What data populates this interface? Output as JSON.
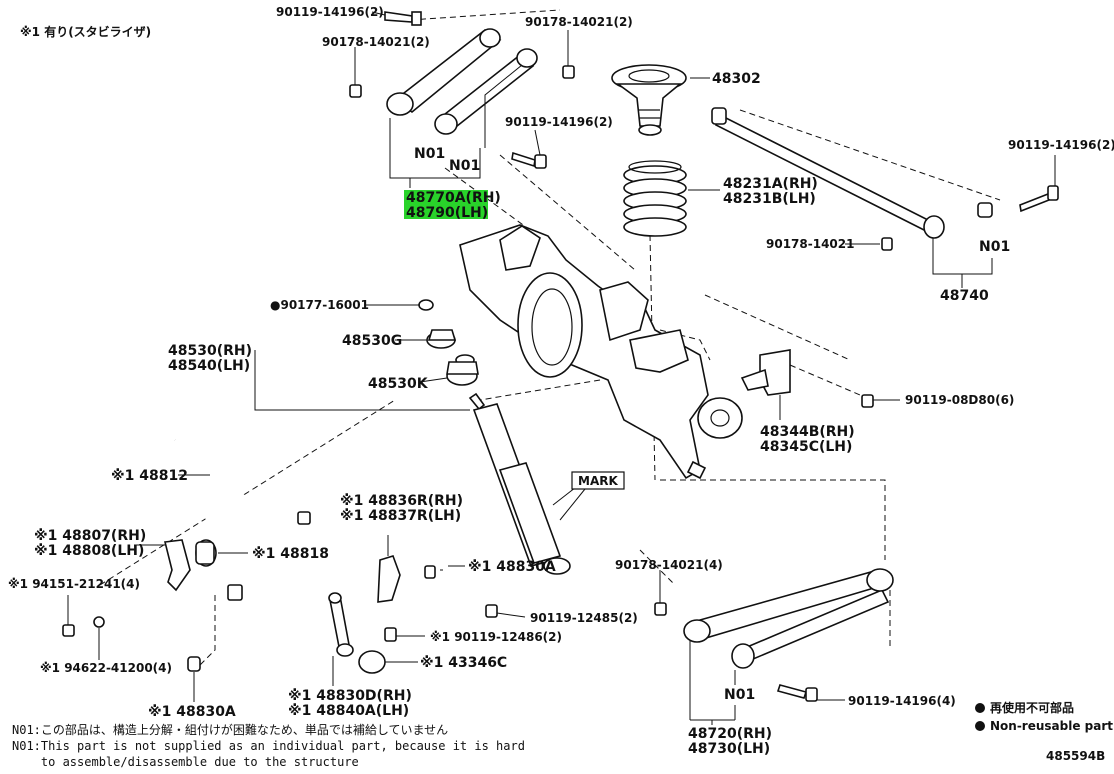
{
  "header_note": "※1 有り(スタビライザ)",
  "callouts": [
    {
      "id": "c1",
      "text": "90119-14196(2)"
    },
    {
      "id": "c2",
      "text": "90178-14021(2)"
    },
    {
      "id": "c3",
      "text": "90178-14021(2)"
    },
    {
      "id": "c4",
      "text": "90119-14196(2)"
    },
    {
      "id": "c5",
      "text": "N01"
    },
    {
      "id": "c6",
      "text": "N01"
    },
    {
      "id": "c7",
      "text": "48770A(RH)"
    },
    {
      "id": "c8",
      "text": "48790(LH)"
    },
    {
      "id": "c9",
      "text": "48302"
    },
    {
      "id": "c10",
      "text": "48231A(RH)"
    },
    {
      "id": "c11",
      "text": "48231B(LH)"
    },
    {
      "id": "c12",
      "text": "90119-14196(2)"
    },
    {
      "id": "c13",
      "text": "90178-14021"
    },
    {
      "id": "c14",
      "text": "N01"
    },
    {
      "id": "c15",
      "text": "48740"
    },
    {
      "id": "c16",
      "text": "●90177-16001"
    },
    {
      "id": "c17",
      "text": "48530G"
    },
    {
      "id": "c18",
      "text": "48530(RH)"
    },
    {
      "id": "c19",
      "text": "48540(LH)"
    },
    {
      "id": "c20",
      "text": "48530K"
    },
    {
      "id": "c21",
      "text": "90119-08D80(6)"
    },
    {
      "id": "c22",
      "text": "48344B(RH)"
    },
    {
      "id": "c23",
      "text": "48345C(LH)"
    },
    {
      "id": "c24",
      "text": "※1 48812"
    },
    {
      "id": "c25",
      "text": "MARK"
    },
    {
      "id": "c26",
      "text": "※1 48836R(RH)"
    },
    {
      "id": "c27",
      "text": "※1 48837R(LH)"
    },
    {
      "id": "c28",
      "text": "※1 48807(RH)"
    },
    {
      "id": "c29",
      "text": "※1 48808(LH)"
    },
    {
      "id": "c30",
      "text": "※1 48818"
    },
    {
      "id": "c31",
      "text": "※1 48830A"
    },
    {
      "id": "c32",
      "text": "90178-14021(4)"
    },
    {
      "id": "c33",
      "text": "※1 94151-21241(4)"
    },
    {
      "id": "c34",
      "text": "90119-12485(2)"
    },
    {
      "id": "c35",
      "text": "※1 90119-12486(2)"
    },
    {
      "id": "c36",
      "text": "※1 94622-41200(4)"
    },
    {
      "id": "c37",
      "text": "※1 43346C"
    },
    {
      "id": "c38",
      "text": "N01"
    },
    {
      "id": "c39",
      "text": "90119-14196(4)"
    },
    {
      "id": "c40",
      "text": "※1 48830A"
    },
    {
      "id": "c41",
      "text": "※1 48830D(RH)"
    },
    {
      "id": "c42",
      "text": "※1 48840A(LH)"
    },
    {
      "id": "c43",
      "text": "48720(RH)"
    },
    {
      "id": "c44",
      "text": "48730(LH)"
    }
  ],
  "legend": {
    "jp": "再使用不可部品",
    "en": "Non-reusable part"
  },
  "footnotes": [
    "N01:この部品は、構造上分解・組付けが困難なため、単品では補給していません",
    "N01:This part is not supplied as an individual part, because it is hard",
    "    to assemble/disassemble due to the structure"
  ],
  "figure_id": "485594B",
  "colors": {
    "highlight": "#29d32a",
    "ink": "#111111"
  }
}
